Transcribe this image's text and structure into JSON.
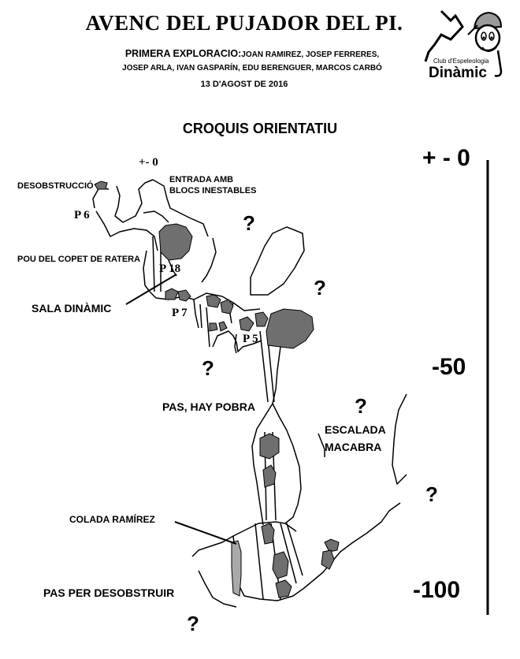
{
  "header": {
    "title": "AVENC DEL PUJADOR DEL PI.",
    "exploration_lead": "PRIMERA EXPLORACIO:",
    "exploration_line1": "JOAN RAMIREZ, JOSEP FERRERES,",
    "exploration_line2": "JOSEP ARLA, IVAN GASPARÍN, EDU BERENGUER, MARCOS CARBÓ",
    "date": "13 D'AGOST DE 2016"
  },
  "logo": {
    "small_text": "Club d'Espeleologia",
    "name": "Dinàmic"
  },
  "subtitle": "CROQUIS ORIENTATIU",
  "labels": {
    "entrance_depth": "+- 0",
    "desobstruccio": "DESOBSTRUCCIÓ",
    "entrada_line1": "ENTRADA AMB",
    "entrada_line2": "BLOCS INESTABLES",
    "p6": "P 6",
    "pou": "POU DEL COPET DE RATERA",
    "p18": "P 18",
    "sala": "SALA DINÀMIC",
    "p7": "P 7",
    "p5": "P 5",
    "pas_hay": "PAS, HAY POBRA",
    "escalada_line1": "ESCALADA",
    "escalada_line2": "MACABRA",
    "colada": "COLADA RAMÍREZ",
    "pas_desob": "PAS PER DESOBSTRUIR",
    "unknown": "?"
  },
  "depth_scale": {
    "marks": [
      "+ - 0",
      "-50",
      "-100"
    ]
  },
  "colors": {
    "rock": "#6f6f6f",
    "rock_light": "#a9a9a9",
    "line": "#000000"
  }
}
